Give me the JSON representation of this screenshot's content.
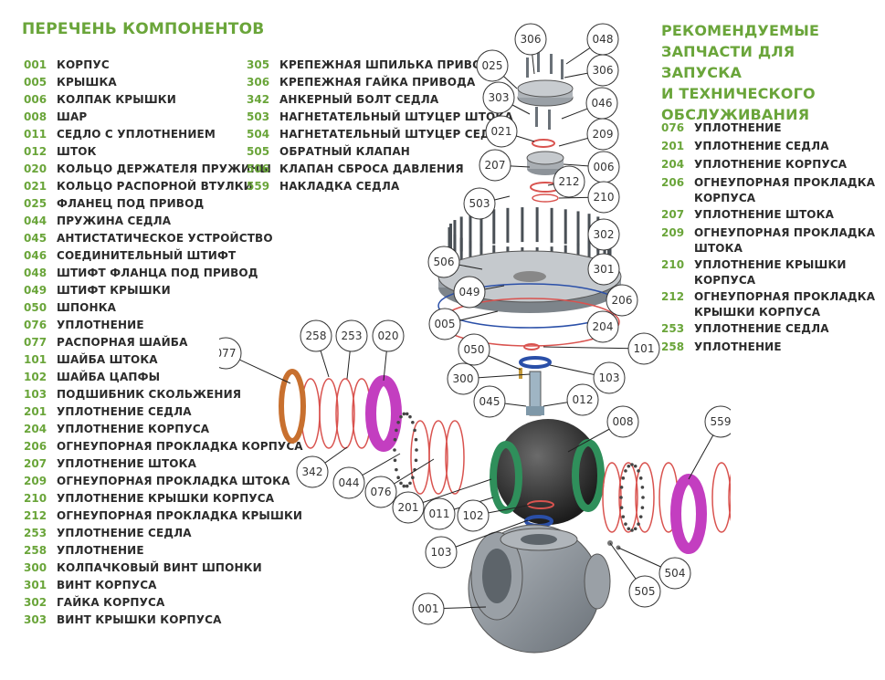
{
  "headings": {
    "components_list": "ПЕРЕЧЕНЬ КОМПОНЕНТОВ",
    "spare_parts_line1": "РЕКОМЕНДУЕМЫЕ",
    "spare_parts_line2": "ЗАПЧАСТИ ДЛЯ ЗАПУСКА",
    "spare_parts_line3": "И ТЕХНИЧЕСКОГО",
    "spare_parts_line4": "ОБСЛУЖИВАНИЯ"
  },
  "components_col1": [
    {
      "code": "001",
      "name": "КОРПУС"
    },
    {
      "code": "005",
      "name": "КРЫШКА"
    },
    {
      "code": "006",
      "name": "КОЛПАК КРЫШКИ"
    },
    {
      "code": "008",
      "name": "ШАР"
    },
    {
      "code": "011",
      "name": "СЕДЛО С УПЛОТНЕНИЕМ"
    },
    {
      "code": "012",
      "name": "ШТОК"
    },
    {
      "code": "020",
      "name": "КОЛЬЦО ДЕРЖАТЕЛЯ ПРУЖИНЫ"
    },
    {
      "code": "021",
      "name": "КОЛЬЦО РАСПОРНОЙ ВТУЛКИ"
    },
    {
      "code": "025",
      "name": "ФЛАНЕЦ ПОД ПРИВОД"
    },
    {
      "code": "044",
      "name": "ПРУЖИНА СЕДЛА"
    },
    {
      "code": "045",
      "name": "АНТИСТАТИЧЕСКОЕ УСТРОЙСТВО"
    },
    {
      "code": "046",
      "name": "СОЕДИНИТЕЛЬНЫЙ ШТИФТ"
    },
    {
      "code": "048",
      "name": "ШТИФТ ФЛАНЦА ПОД ПРИВОД"
    },
    {
      "code": "049",
      "name": "ШТИФТ КРЫШКИ"
    },
    {
      "code": "050",
      "name": "ШПОНКА"
    },
    {
      "code": "076",
      "name": "УПЛОТНЕНИЕ"
    },
    {
      "code": "077",
      "name": "РАСПОРНАЯ ШАЙБА"
    },
    {
      "code": "101",
      "name": "ШАЙБА ШТОКА"
    },
    {
      "code": "102",
      "name": "ШАЙБА ЦАПФЫ"
    },
    {
      "code": "103",
      "name": "ПОДШИБНИК СКОЛЬЖЕНИЯ"
    },
    {
      "code": "201",
      "name": "УПЛОТНЕНИЕ СЕДЛА"
    },
    {
      "code": "204",
      "name": "УПЛОТНЕНИЕ КОРПУСА"
    },
    {
      "code": "206",
      "name": "ОГНЕУПОРНАЯ ПРОКЛАДКА КОРПУСА"
    },
    {
      "code": "207",
      "name": "УПЛОТНЕНИЕ ШТОКА"
    },
    {
      "code": "209",
      "name": "ОГНЕУПОРНАЯ ПРОКЛАДКА ШТОКА"
    },
    {
      "code": "210",
      "name": "УПЛОТНЕНИЕ КРЫШКИ КОРПУСА"
    },
    {
      "code": "212",
      "name": "ОГНЕУПОРНАЯ ПРОКЛАДКА КРЫШКИ"
    },
    {
      "code": "253",
      "name": "УПЛОТНЕНИЕ СЕДЛА"
    },
    {
      "code": "258",
      "name": "УПЛОТНЕНИЕ"
    },
    {
      "code": "300",
      "name": "КОЛПАЧКОВЫЙ ВИНТ ШПОНКИ"
    },
    {
      "code": "301",
      "name": "ВИНТ КОРПУСА"
    },
    {
      "code": "302",
      "name": "ГАЙКА КОРПУСА"
    },
    {
      "code": "303",
      "name": "ВИНТ КРЫШКИ КОРПУСА"
    }
  ],
  "components_col2": [
    {
      "code": "305",
      "name": "КРЕПЕЖНАЯ ШПИЛЬКА ПРИВОДА"
    },
    {
      "code": "306",
      "name": "КРЕПЕЖНАЯ ГАЙКА ПРИВОДА"
    },
    {
      "code": "342",
      "name": "АНКЕРНЫЙ БОЛТ СЕДЛА"
    },
    {
      "code": "503",
      "name": "НАГНЕТАТЕЛЬНЫЙ ШТУЦЕР ШТОКА"
    },
    {
      "code": "504",
      "name": "НАГНЕТАТЕЛЬНЫЙ ШТУЦЕР СЕДЛА"
    },
    {
      "code": "505",
      "name": "ОБРАТНЫЙ КЛАПАН"
    },
    {
      "code": "506",
      "name": "КЛАПАН СБРОСА ДАВЛЕНИЯ"
    },
    {
      "code": "559",
      "name": "НАКЛАДКА СЕДЛА"
    }
  ],
  "spare_parts": [
    {
      "code": "076",
      "name": "УПЛОТНЕНИЕ"
    },
    {
      "code": "201",
      "name": "УПЛОТНЕНИЕ СЕДЛА"
    },
    {
      "code": "204",
      "name": "УПЛОТНЕНИЕ КОРПУСА"
    },
    {
      "code": "206",
      "name": "ОГНЕУПОРНАЯ ПРОКЛАДКА КОРПУСА"
    },
    {
      "code": "207",
      "name": "УПЛОТНЕНИЕ ШТОКА"
    },
    {
      "code": "209",
      "name": "ОГНЕУПОРНАЯ ПРОКЛАДКА ШТОКА"
    },
    {
      "code": "210",
      "name": "УПЛОТНЕНИЕ КРЫШКИ КОРПУСА"
    },
    {
      "code": "212",
      "name": "ОГНЕУПОРНАЯ ПРОКЛАДКА КРЫШКИ КОРПУСА"
    },
    {
      "code": "253",
      "name": "УПЛОТНЕНИЕ СЕДЛА"
    },
    {
      "code": "258",
      "name": "УПЛОТНЕНИЕ"
    }
  ],
  "callouts": [
    "306",
    "048",
    "025",
    "306",
    "303",
    "046",
    "021",
    "209",
    "207",
    "006",
    "212",
    "503",
    "210",
    "302",
    "506",
    "301",
    "049",
    "206",
    "005",
    "204",
    "101",
    "050",
    "300",
    "103",
    "045",
    "012",
    "077",
    "258",
    "253",
    "020",
    "008",
    "559",
    "342",
    "044",
    "076",
    "201",
    "011",
    "102",
    "103",
    "504",
    "505",
    "001"
  ],
  "colors": {
    "accent_green": "#6aa53a",
    "text": "#2b2b2b",
    "seal_red": "#d9534f",
    "seal_magenta": "#c33ec0",
    "seat_green": "#2f8f5b",
    "ball_dark": "#3a3a3a",
    "body_grey": "#8a9097",
    "ring_blue": "#2a4fa8",
    "spacer_copper": "#c8702f"
  }
}
